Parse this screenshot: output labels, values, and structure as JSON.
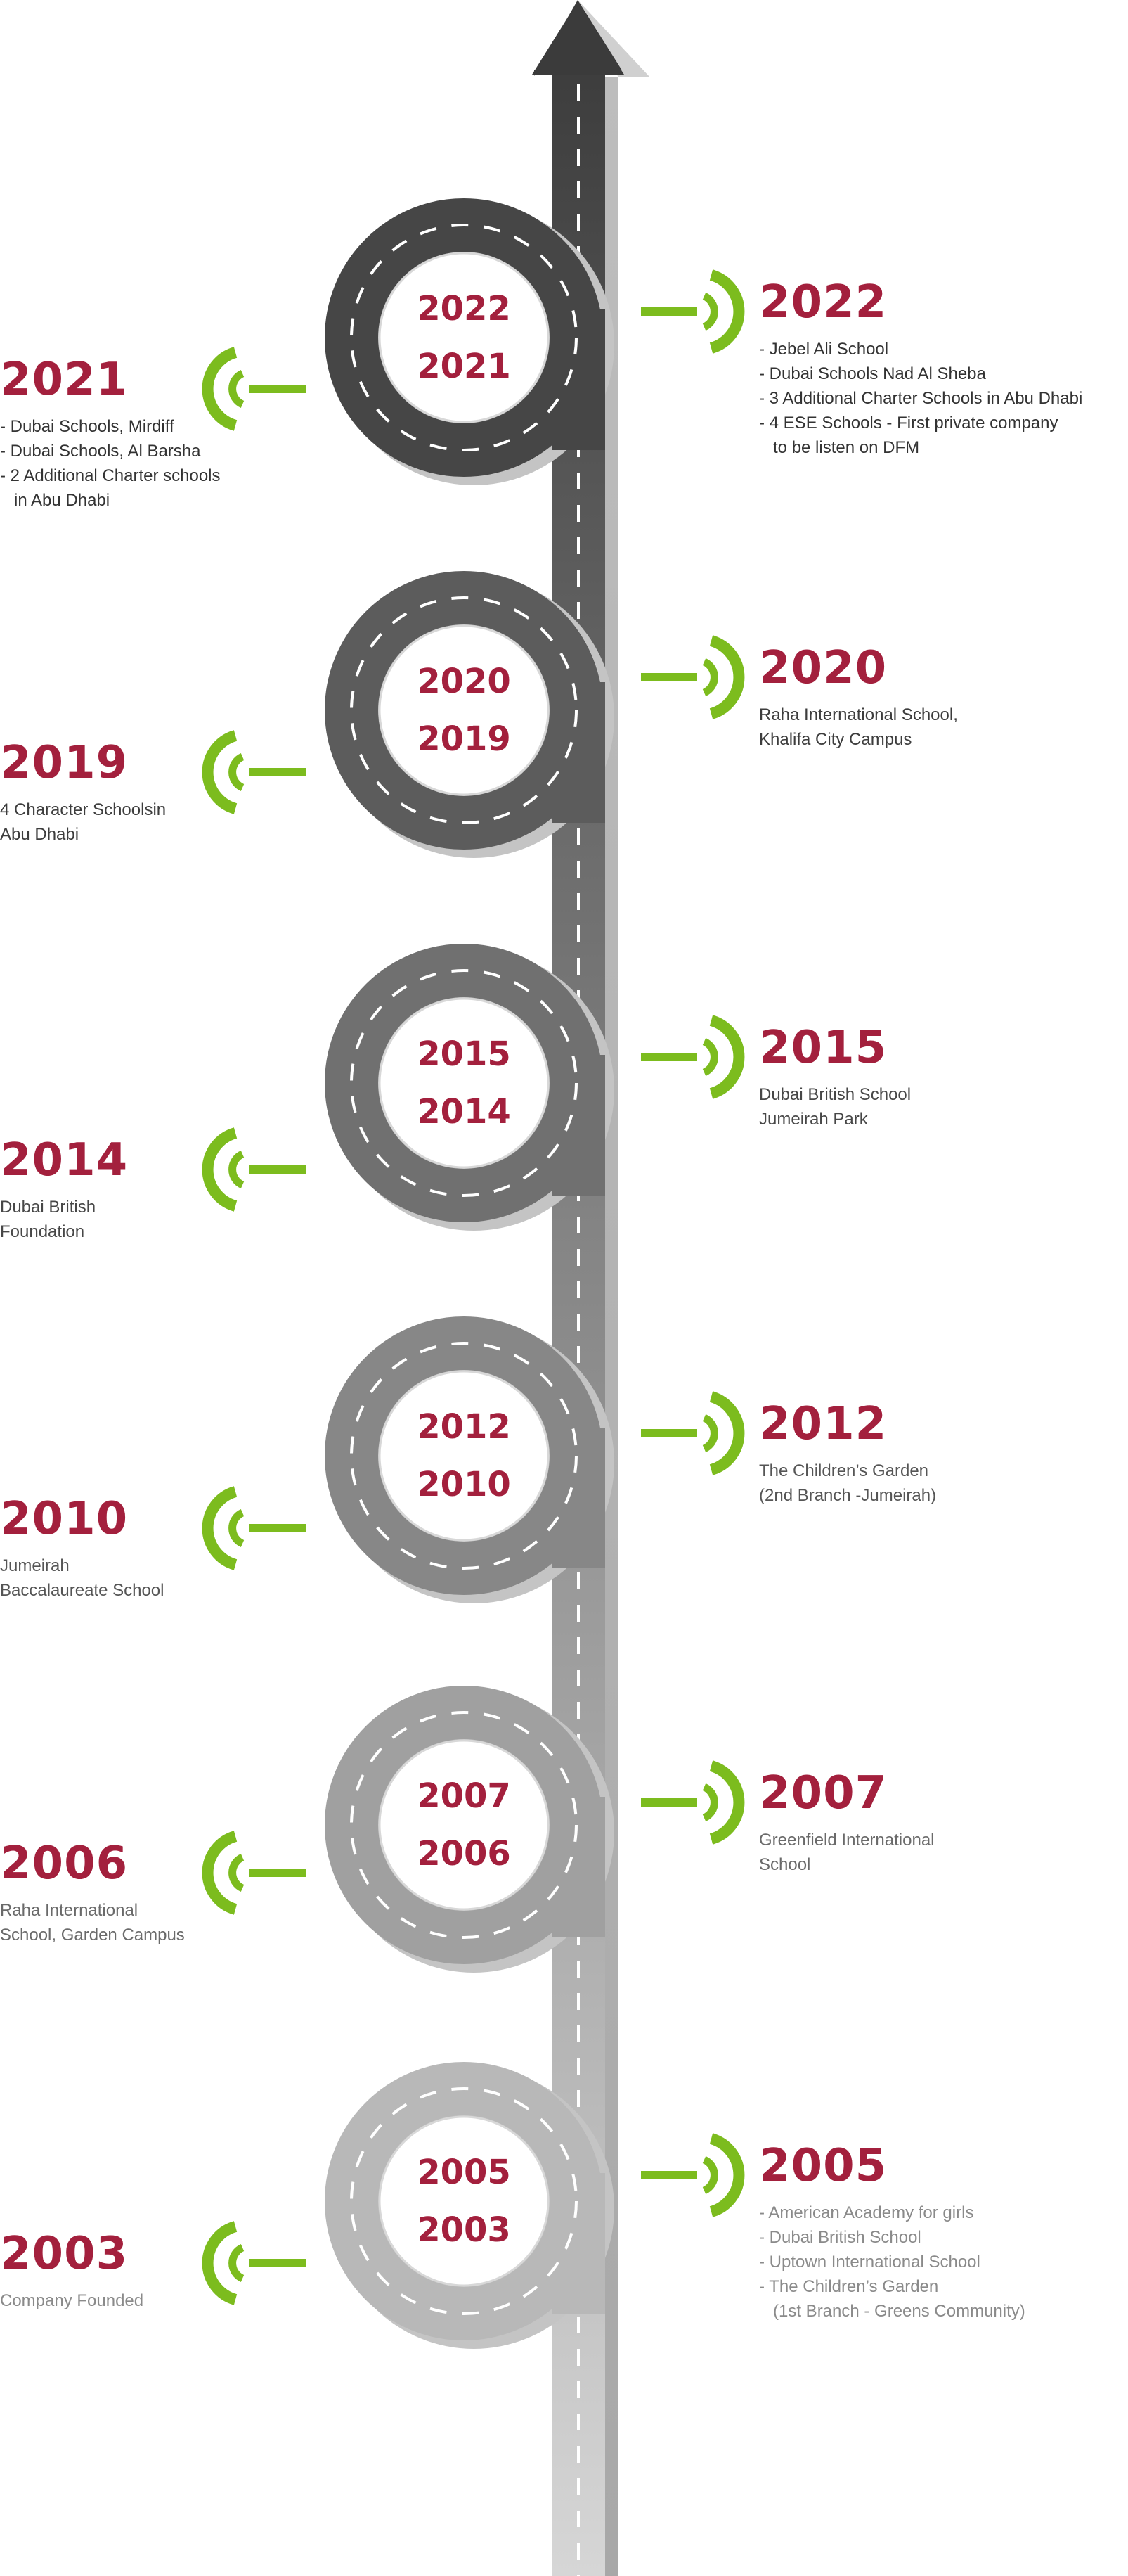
{
  "colors": {
    "accent_text": "#a3203d",
    "signal_green": "#7cbc1e",
    "road_dark": "#4a4a4a",
    "road_light": "#cfcfcf"
  },
  "timeline": {
    "loops": [
      {
        "upper": "2022",
        "lower": "2021"
      },
      {
        "upper": "2020",
        "lower": "2019"
      },
      {
        "upper": "2015",
        "lower": "2014"
      },
      {
        "upper": "2012",
        "lower": "2010"
      },
      {
        "upper": "2007",
        "lower": "2006"
      },
      {
        "upper": "2005",
        "lower": "2003"
      }
    ],
    "right_entries": [
      {
        "year": "2022",
        "lines": [
          "- Jebel Ali School",
          "- Dubai Schools Nad Al Sheba",
          "- 3 Additional Charter Schools in Abu Dhabi",
          "- 4 ESE Schools - First private company",
          "   to be listen on DFM"
        ]
      },
      {
        "year": "2020",
        "lines": [
          "Raha International School,",
          "Khalifa City Campus"
        ]
      },
      {
        "year": "2015",
        "lines": [
          "Dubai British School",
          "Jumeirah Park"
        ]
      },
      {
        "year": "2012",
        "lines": [
          "The Children’s Garden",
          "(2nd Branch -Jumeirah)"
        ]
      },
      {
        "year": "2007",
        "lines": [
          "Greenfield International",
          "School"
        ]
      },
      {
        "year": "2005",
        "lines": [
          "- American Academy for girls",
          "- Dubai British School",
          "- Uptown International School",
          "- The Children’s Garden",
          "   (1st Branch - Greens Community)"
        ]
      }
    ],
    "left_entries": [
      {
        "year": "2021",
        "lines": [
          "- Dubai Schools, Mirdiff",
          "- Dubai Schools, Al Barsha",
          "- 2 Additional Charter schools",
          "   in Abu Dhabi"
        ]
      },
      {
        "year": "2019",
        "lines": [
          "4 Character Schoolsin",
          "Abu Dhabi"
        ]
      },
      {
        "year": "2014",
        "lines": [
          "Dubai British",
          "Foundation"
        ]
      },
      {
        "year": "2010",
        "lines": [
          "Jumeirah",
          "Baccalaureate School"
        ]
      },
      {
        "year": "2006",
        "lines": [
          "Raha International",
          "School, Garden Campus"
        ]
      },
      {
        "year": "2003",
        "lines": [
          "Company Founded"
        ]
      }
    ]
  }
}
